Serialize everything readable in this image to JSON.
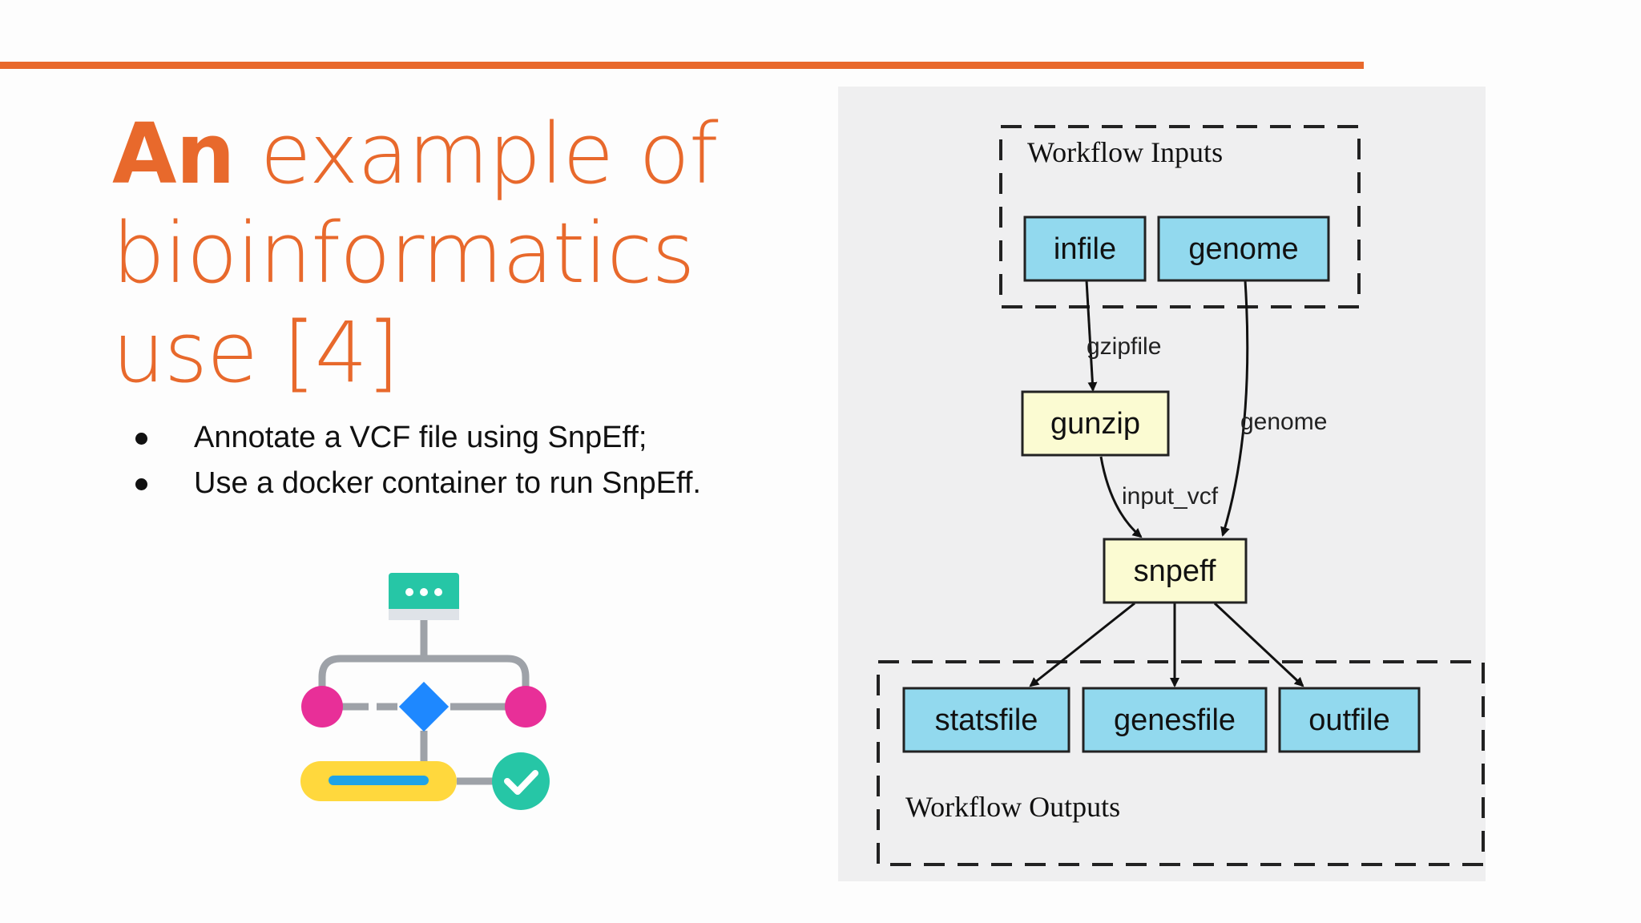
{
  "slide": {
    "title_bold": "An",
    "title_rest_line1": " example of",
    "title_line2": "bioinformatics",
    "title_line3": "use [4]",
    "bullets": [
      "Annotate a VCF file using SnpEff;",
      "Use a docker container to run SnpEff."
    ],
    "accent_color": "#e8692c"
  },
  "workflow_diagram": {
    "inputs_cluster_label": "Workflow Inputs",
    "outputs_cluster_label": "Workflow Outputs",
    "nodes": {
      "infile": "infile",
      "genome": "genome",
      "gunzip": "gunzip",
      "snpeff": "snpeff",
      "statsfile": "statsfile",
      "genesfile": "genesfile",
      "outfile": "outfile"
    },
    "edge_labels": {
      "infile_to_gunzip": "gzipfile",
      "genome_to_snpeff": "genome",
      "gunzip_to_snpeff": "input_vcf"
    },
    "io_node_color": "#92d9ee",
    "step_node_color": "#fbfbd2"
  },
  "icon": {
    "name": "workflow-icon"
  }
}
